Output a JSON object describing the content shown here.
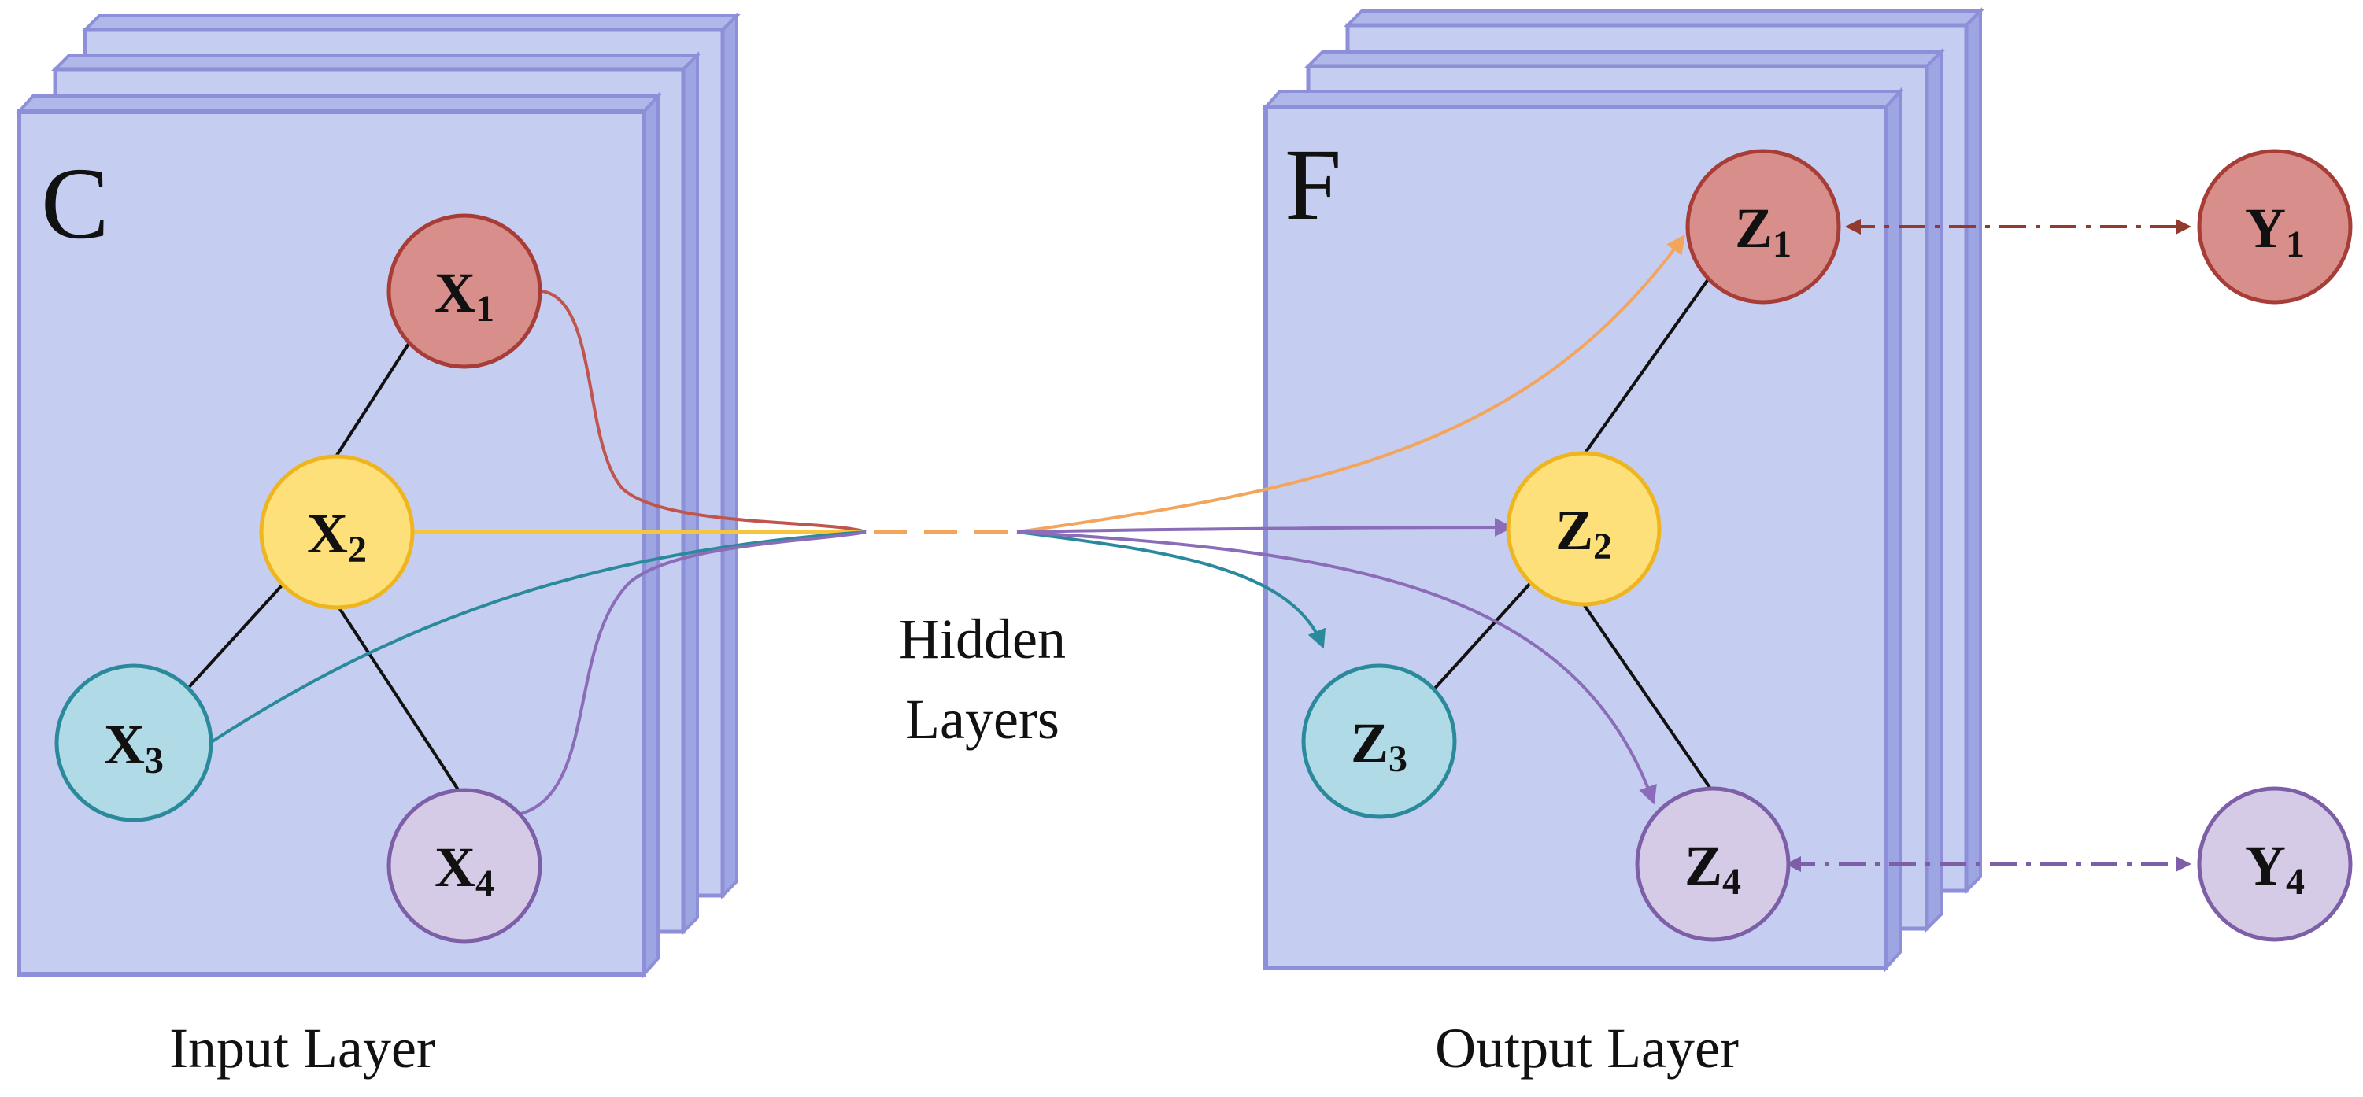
{
  "colors": {
    "panel_fill": "#c5cdf0",
    "panel_edge": "#8d8fd8",
    "x1_fill": "#d88e8a",
    "x1_edge": "#a83d37",
    "x2_fill": "#fde07a",
    "x2_edge": "#efb51e",
    "x3_fill": "#b0dbe6",
    "x3_edge": "#2a8a9c",
    "x4_fill": "#d6cbe6",
    "x4_edge": "#7d5fa8",
    "red_line": "#c0554e",
    "yellow_line": "#f5c63d",
    "teal_line": "#2a8a9c",
    "purple_line": "#8a6cb8",
    "orange_line": "#f3a55c",
    "y1_link": "#933a2f",
    "y4_link": "#7d5fa8"
  },
  "input_panel": {
    "letter": "C",
    "caption": "Input Layer"
  },
  "output_panel": {
    "letter": "F",
    "caption": "Output Layer"
  },
  "hidden": {
    "line1": "Hidden",
    "line2": "Layers"
  },
  "nodes": {
    "x1": {
      "letter": "X",
      "sub": "1"
    },
    "x2": {
      "letter": "X",
      "sub": "2"
    },
    "x3": {
      "letter": "X",
      "sub": "3"
    },
    "x4": {
      "letter": "X",
      "sub": "4"
    },
    "z1": {
      "letter": "Z",
      "sub": "1"
    },
    "z2": {
      "letter": "Z",
      "sub": "2"
    },
    "z3": {
      "letter": "Z",
      "sub": "3"
    },
    "z4": {
      "letter": "Z",
      "sub": "4"
    },
    "y1": {
      "letter": "Y",
      "sub": "1"
    },
    "y4": {
      "letter": "Y",
      "sub": "4"
    }
  }
}
